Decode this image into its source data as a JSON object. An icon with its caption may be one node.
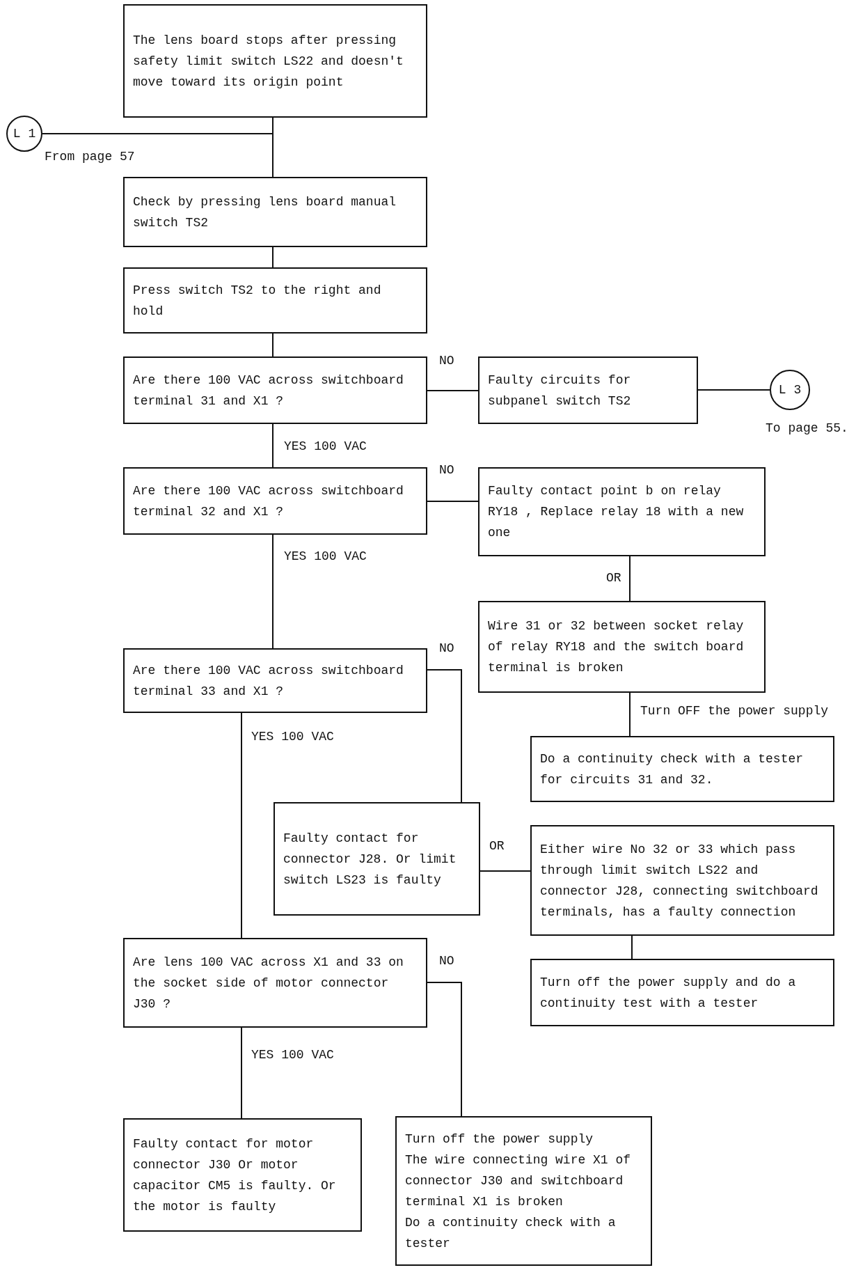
{
  "diagram": {
    "nodes": [
      {
        "text": [
          "The lens board stops after pressing safety limit switch LS22 and doesn't move toward its origin point"
        ]
      },
      {
        "text": [
          "L 1"
        ],
        "beside": [
          "From page 57"
        ]
      },
      {
        "text": [
          "Check by pressing lens board manual switch TS2"
        ]
      },
      {
        "text": [
          "Press switch TS2 to the right and hold"
        ]
      },
      {
        "text": [
          "Are there 100 VAC across switchboard terminal 31 and X1 ?"
        ]
      },
      {
        "text": [
          "Faulty circuits for subpanel switch TS2"
        ]
      },
      {
        "text": [
          "L 3"
        ],
        "beside": [
          "To page 55."
        ]
      },
      {
        "text": [
          "Are there 100 VAC across switchboard terminal 32 and X1 ?"
        ]
      },
      {
        "text": [
          "Faulty contact point b on relay RY18 , Replace relay 18 with a new one"
        ]
      },
      {
        "text": [
          "Wire 31 or 32 between socket relay of relay RY18 and the switch board terminal is broken"
        ]
      },
      {
        "text": [
          "Do a continuity check with a tester for circuits 31 and 32."
        ]
      },
      {
        "text": [
          "Are there 100 VAC across switchboard terminal 33 and X1 ?"
        ]
      },
      {
        "text": [
          "Faulty contact for connector J28. Or limit switch LS23 is faulty"
        ]
      },
      {
        "text": [
          "Either wire No 32 or 33 which pass through limit switch LS22 and connector J28, connecting switchboard terminals, has a faulty connection"
        ]
      },
      {
        "text": [
          "Turn off the power supply and do a continuity test with a tester"
        ]
      },
      {
        "text": [
          "Are lens 100 VAC across X1 and 33 on the socket side of motor connector J30 ?"
        ]
      },
      {
        "text": [
          "Faulty contact for motor connector J30 Or motor capacitor CM5 is faulty. Or the motor is faulty"
        ]
      },
      {
        "text": [
          "Turn off the power supply",
          "The wire connecting wire X1 of connector J30 and switchboard terminal X1 is broken",
          "Do a continuity check with a tester"
        ]
      }
    ],
    "edges": [
      {
        "from": 0,
        "to": 2,
        "arrow": "none"
      },
      {
        "from": 1,
        "to": 2,
        "arrow": "none"
      },
      {
        "from": 2,
        "to": 3,
        "arrow": "none"
      },
      {
        "from": 3,
        "to": 4,
        "arrow": "none"
      },
      {
        "from": 4,
        "to": 5,
        "arrow": "none",
        "label": "NO"
      },
      {
        "from": 5,
        "to": 6,
        "arrow": "none"
      },
      {
        "from": 4,
        "to": 7,
        "arrow": "none",
        "label": "YES 100 VAC"
      },
      {
        "from": 7,
        "to": 8,
        "arrow": "none",
        "label": "NO"
      },
      {
        "from": 8,
        "to": 9,
        "arrow": "none",
        "label": "OR"
      },
      {
        "from": 9,
        "to": 10,
        "arrow": "none",
        "label": "Turn OFF the power supply"
      },
      {
        "from": 7,
        "to": 11,
        "arrow": "none",
        "label": "YES 100 VAC"
      },
      {
        "from": 11,
        "to": 12,
        "arrow": "none",
        "label": "NO"
      },
      {
        "from": 12,
        "to": 13,
        "arrow": "none",
        "label": "OR"
      },
      {
        "from": 13,
        "to": 14,
        "arrow": "none"
      },
      {
        "from": 11,
        "to": 15,
        "arrow": "none",
        "label": "YES 100 VAC"
      },
      {
        "from": 15,
        "to": 16,
        "arrow": "none",
        "label": "YES 100 VAC"
      },
      {
        "from": 15,
        "to": 17,
        "arrow": "none",
        "label": "NO"
      }
    ]
  }
}
